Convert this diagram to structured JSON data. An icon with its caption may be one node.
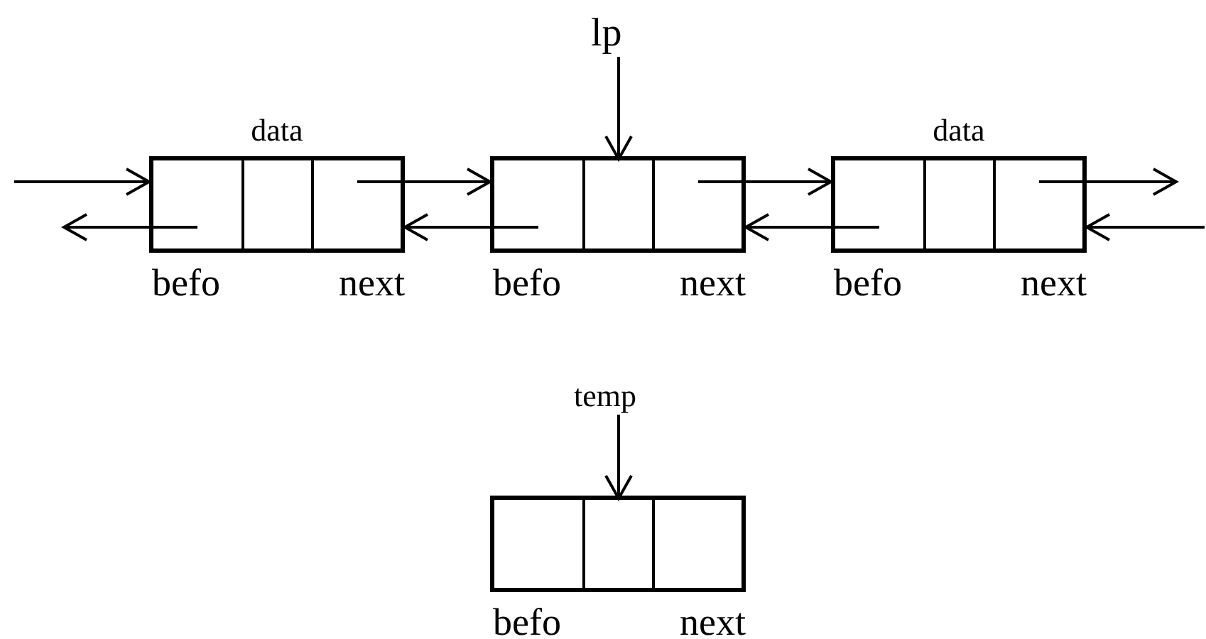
{
  "diagram": {
    "nodes": [
      {
        "text": [
          "lp"
        ]
      },
      {
        "text": [
          "data"
        ],
        "beside": [
          "befo",
          "next"
        ]
      },
      {
        "text": [],
        "shape": "box",
        "in": 1
      },
      {
        "text": [],
        "shape": "box",
        "in": 1
      },
      {
        "text": [],
        "shape": "box",
        "in": 1
      },
      {
        "text": [],
        "shape": "box",
        "beside": [
          "befo",
          "next"
        ]
      },
      {
        "text": [],
        "shape": "box",
        "in": 5
      },
      {
        "text": [],
        "shape": "box",
        "in": 5
      },
      {
        "text": [],
        "shape": "box",
        "in": 5
      },
      {
        "text": [
          "data"
        ],
        "beside": [
          "befo",
          "next"
        ]
      },
      {
        "text": [],
        "shape": "box",
        "in": 9
      },
      {
        "text": [],
        "shape": "box",
        "in": 9
      },
      {
        "text": [],
        "shape": "box",
        "in": 9
      },
      {
        "text": [
          "temp"
        ]
      },
      {
        "text": [],
        "shape": "box",
        "beside": [
          "befo",
          "next"
        ]
      },
      {
        "text": [],
        "shape": "box",
        "in": 14
      },
      {
        "text": [],
        "shape": "box",
        "in": 14
      },
      {
        "text": [],
        "shape": "box",
        "in": 14
      }
    ],
    "edges": [
      {
        "from": null,
        "to": 1,
        "arrow": "to"
      },
      {
        "from": 2,
        "to": null,
        "arrow": "to"
      },
      {
        "from": 4,
        "to": 5,
        "arrow": "to"
      },
      {
        "from": 6,
        "to": 1,
        "arrow": "to"
      },
      {
        "from": 0,
        "to": 7,
        "arrow": "to"
      },
      {
        "from": 8,
        "to": 9,
        "arrow": "to"
      },
      {
        "from": 10,
        "to": 5,
        "arrow": "to"
      },
      {
        "from": 12,
        "to": null,
        "arrow": "to"
      },
      {
        "from": null,
        "to": 9,
        "arrow": "to"
      },
      {
        "from": 13,
        "to": 16,
        "arrow": "to"
      }
    ]
  }
}
